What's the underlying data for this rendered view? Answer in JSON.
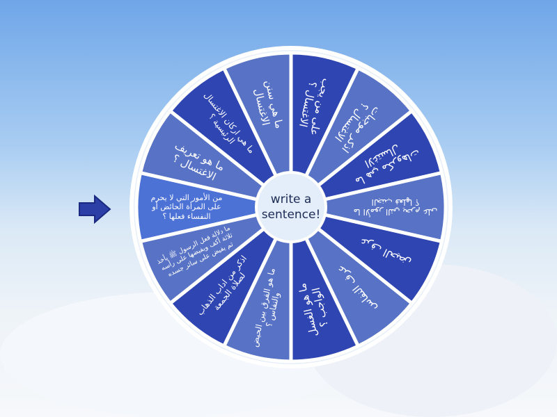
{
  "center_label": "write a sentence!",
  "colors": {
    "dark": "#2f46b2",
    "light": "#5873c5",
    "highlight": "#4d72d6",
    "rim": "#ffffff",
    "pointer": "#2b3fa6"
  },
  "pointer_icon": "arrow-right-icon",
  "segments": [
    {
      "label": "من الأمور التي لا يحرم على المرأة الحائض أو النفساء فعلها ؟",
      "tone": "highlight"
    },
    {
      "label": "ما هو تعريف الاغتسال ؟",
      "tone": "light"
    },
    {
      "label": "ما هي اركان الاغتسال الرئيسية ؟",
      "tone": "dark"
    },
    {
      "label": "ما هي سنن الاغتسال",
      "tone": "light"
    },
    {
      "label": "على من يجب الاغتسال ؟",
      "tone": "dark"
    },
    {
      "label": "اذكر موجبات الاغتسال ؟",
      "tone": "light"
    },
    {
      "label": "ما هي مكروهات الاغتسال",
      "tone": "dark"
    },
    {
      "label": "ما الأمور التي يحرم على الجنب فعلها ؟",
      "tone": "light"
    },
    {
      "label": "عرف الحيض",
      "tone": "dark"
    },
    {
      "label": "عرف النفاس",
      "tone": "light"
    },
    {
      "label": "ما هو الغسل الواجب ؟",
      "tone": "dark"
    },
    {
      "label": "ما هو الفرق بين الحيض والنفاس ؟",
      "tone": "light"
    },
    {
      "label": "اذكر من اداب الذهاب لصلاة الجمعة",
      "tone": "dark"
    },
    {
      "label": "ما دلالة فعل الرسول ﷺ يأخذ ثلاثة أكف ويفيضها على رأسه ثم يفيض على سائر جسده",
      "tone": "light"
    }
  ]
}
